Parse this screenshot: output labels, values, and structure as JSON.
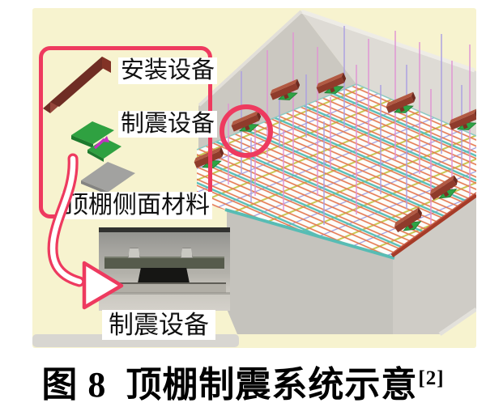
{
  "figure": {
    "annotations": {
      "install_equipment": "安装设备",
      "damping_equipment": "制震设备",
      "ceiling_side_material": "顶棚侧面材料",
      "damper_photo_label": "制震设备"
    },
    "caption": {
      "prefix": "图 8",
      "title": "顶棚制震系统示意",
      "reference_superscript": "[2]"
    },
    "colors": {
      "panel_background": "#f7f3cf",
      "accent_pink": "#ee3a5f",
      "bracket_red": "#95463a",
      "pad_green": "#2fa141",
      "plate_gray": "#a2a2a0",
      "grid_orange": "#e4764e",
      "grid_teal": "#58bdb6",
      "grid_yellow_green": "#c9c653",
      "hanger_rod_pink": "#e093d4",
      "hanger_rod_violet": "#ab9fe2",
      "wall_gray": "#d5d2cc"
    },
    "icons": {
      "angle_bracket": "angle-bracket-icon",
      "damper_plates": "damper-plates-icon",
      "gray_plate": "gray-plate-icon",
      "callout_arrow": "callout-arrow-icon",
      "highlight_circle": "highlight-circle-icon"
    }
  }
}
